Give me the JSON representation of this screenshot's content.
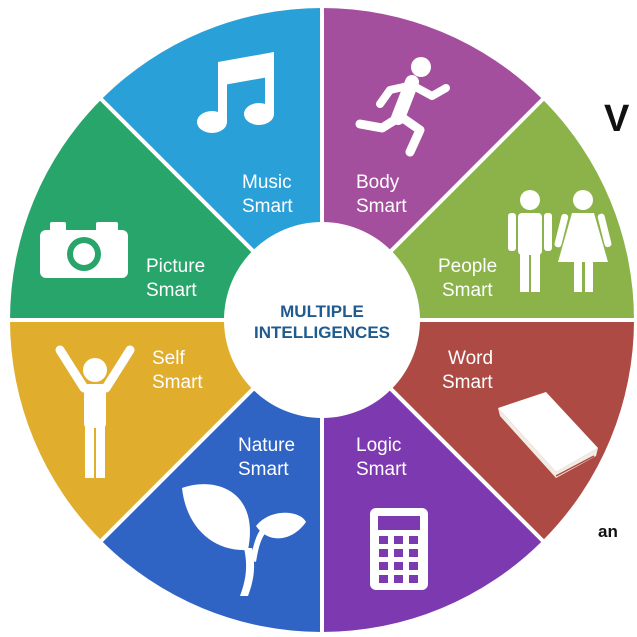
{
  "center": {
    "line1": "MULTIPLE",
    "line2": "INTELLIGENCES"
  },
  "segments": [
    {
      "id": "body",
      "line1": "Body",
      "line2": "Smart",
      "color": "#a44e9e",
      "icon": "running-person-icon"
    },
    {
      "id": "people",
      "line1": "People",
      "line2": "Smart",
      "color": "#8bb34a",
      "icon": "people-icon"
    },
    {
      "id": "word",
      "line1": "Word",
      "line2": "Smart",
      "color": "#ae4a44",
      "icon": "book-icon"
    },
    {
      "id": "logic",
      "line1": "Logic",
      "line2": "Smart",
      "color": "#7d3ab0",
      "icon": "calculator-icon"
    },
    {
      "id": "nature",
      "line1": "Nature",
      "line2": "Smart",
      "color": "#2f63c4",
      "icon": "leaf-sprout-icon"
    },
    {
      "id": "self",
      "line1": "Self",
      "line2": "Smart",
      "color": "#e1ad2c",
      "icon": "person-arms-raised-icon"
    },
    {
      "id": "picture",
      "line1": "Picture",
      "line2": "Smart",
      "color": "#27a56a",
      "icon": "camera-icon"
    },
    {
      "id": "music",
      "line1": "Music",
      "line2": "Smart",
      "color": "#2aa0d8",
      "icon": "music-note-icon"
    }
  ],
  "side_text": {
    "top": "V",
    "bottom": "an"
  }
}
